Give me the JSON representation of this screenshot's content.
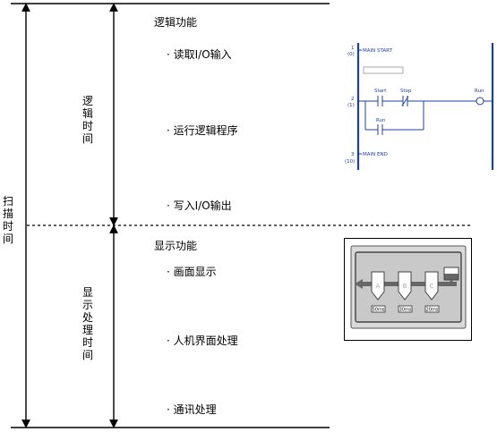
{
  "scan_time_label": "扫描时间",
  "logic_time_label": "逻辑时间",
  "display_time_label": "显示处理时间",
  "logic_section": {
    "title": "逻辑功能",
    "items": [
      "· 读取I/O输入",
      "· 运行逻辑程序",
      "· 写入I/O输出"
    ]
  },
  "display_section": {
    "title": "显示功能",
    "items": [
      "· 画面显示",
      "· 人机界面处理",
      "· 通讯处理"
    ]
  },
  "ladder": {
    "rung1_num": "1",
    "rung1_addr": "(0)",
    "main_start": "MAIN START",
    "rung2_num": "2",
    "rung2_addr": "(1)",
    "start": "Start",
    "stop": "Stop",
    "run": "Run",
    "run_contact": "Run",
    "rung3_num": "3",
    "rung3_addr": "(10)",
    "main_end": "MAIN END",
    "color": "#1d3fa0"
  },
  "hmi": {
    "tanks": [
      "A",
      "B",
      "C"
    ],
    "values": [
      "50ms",
      "30ms",
      "20ms"
    ]
  }
}
